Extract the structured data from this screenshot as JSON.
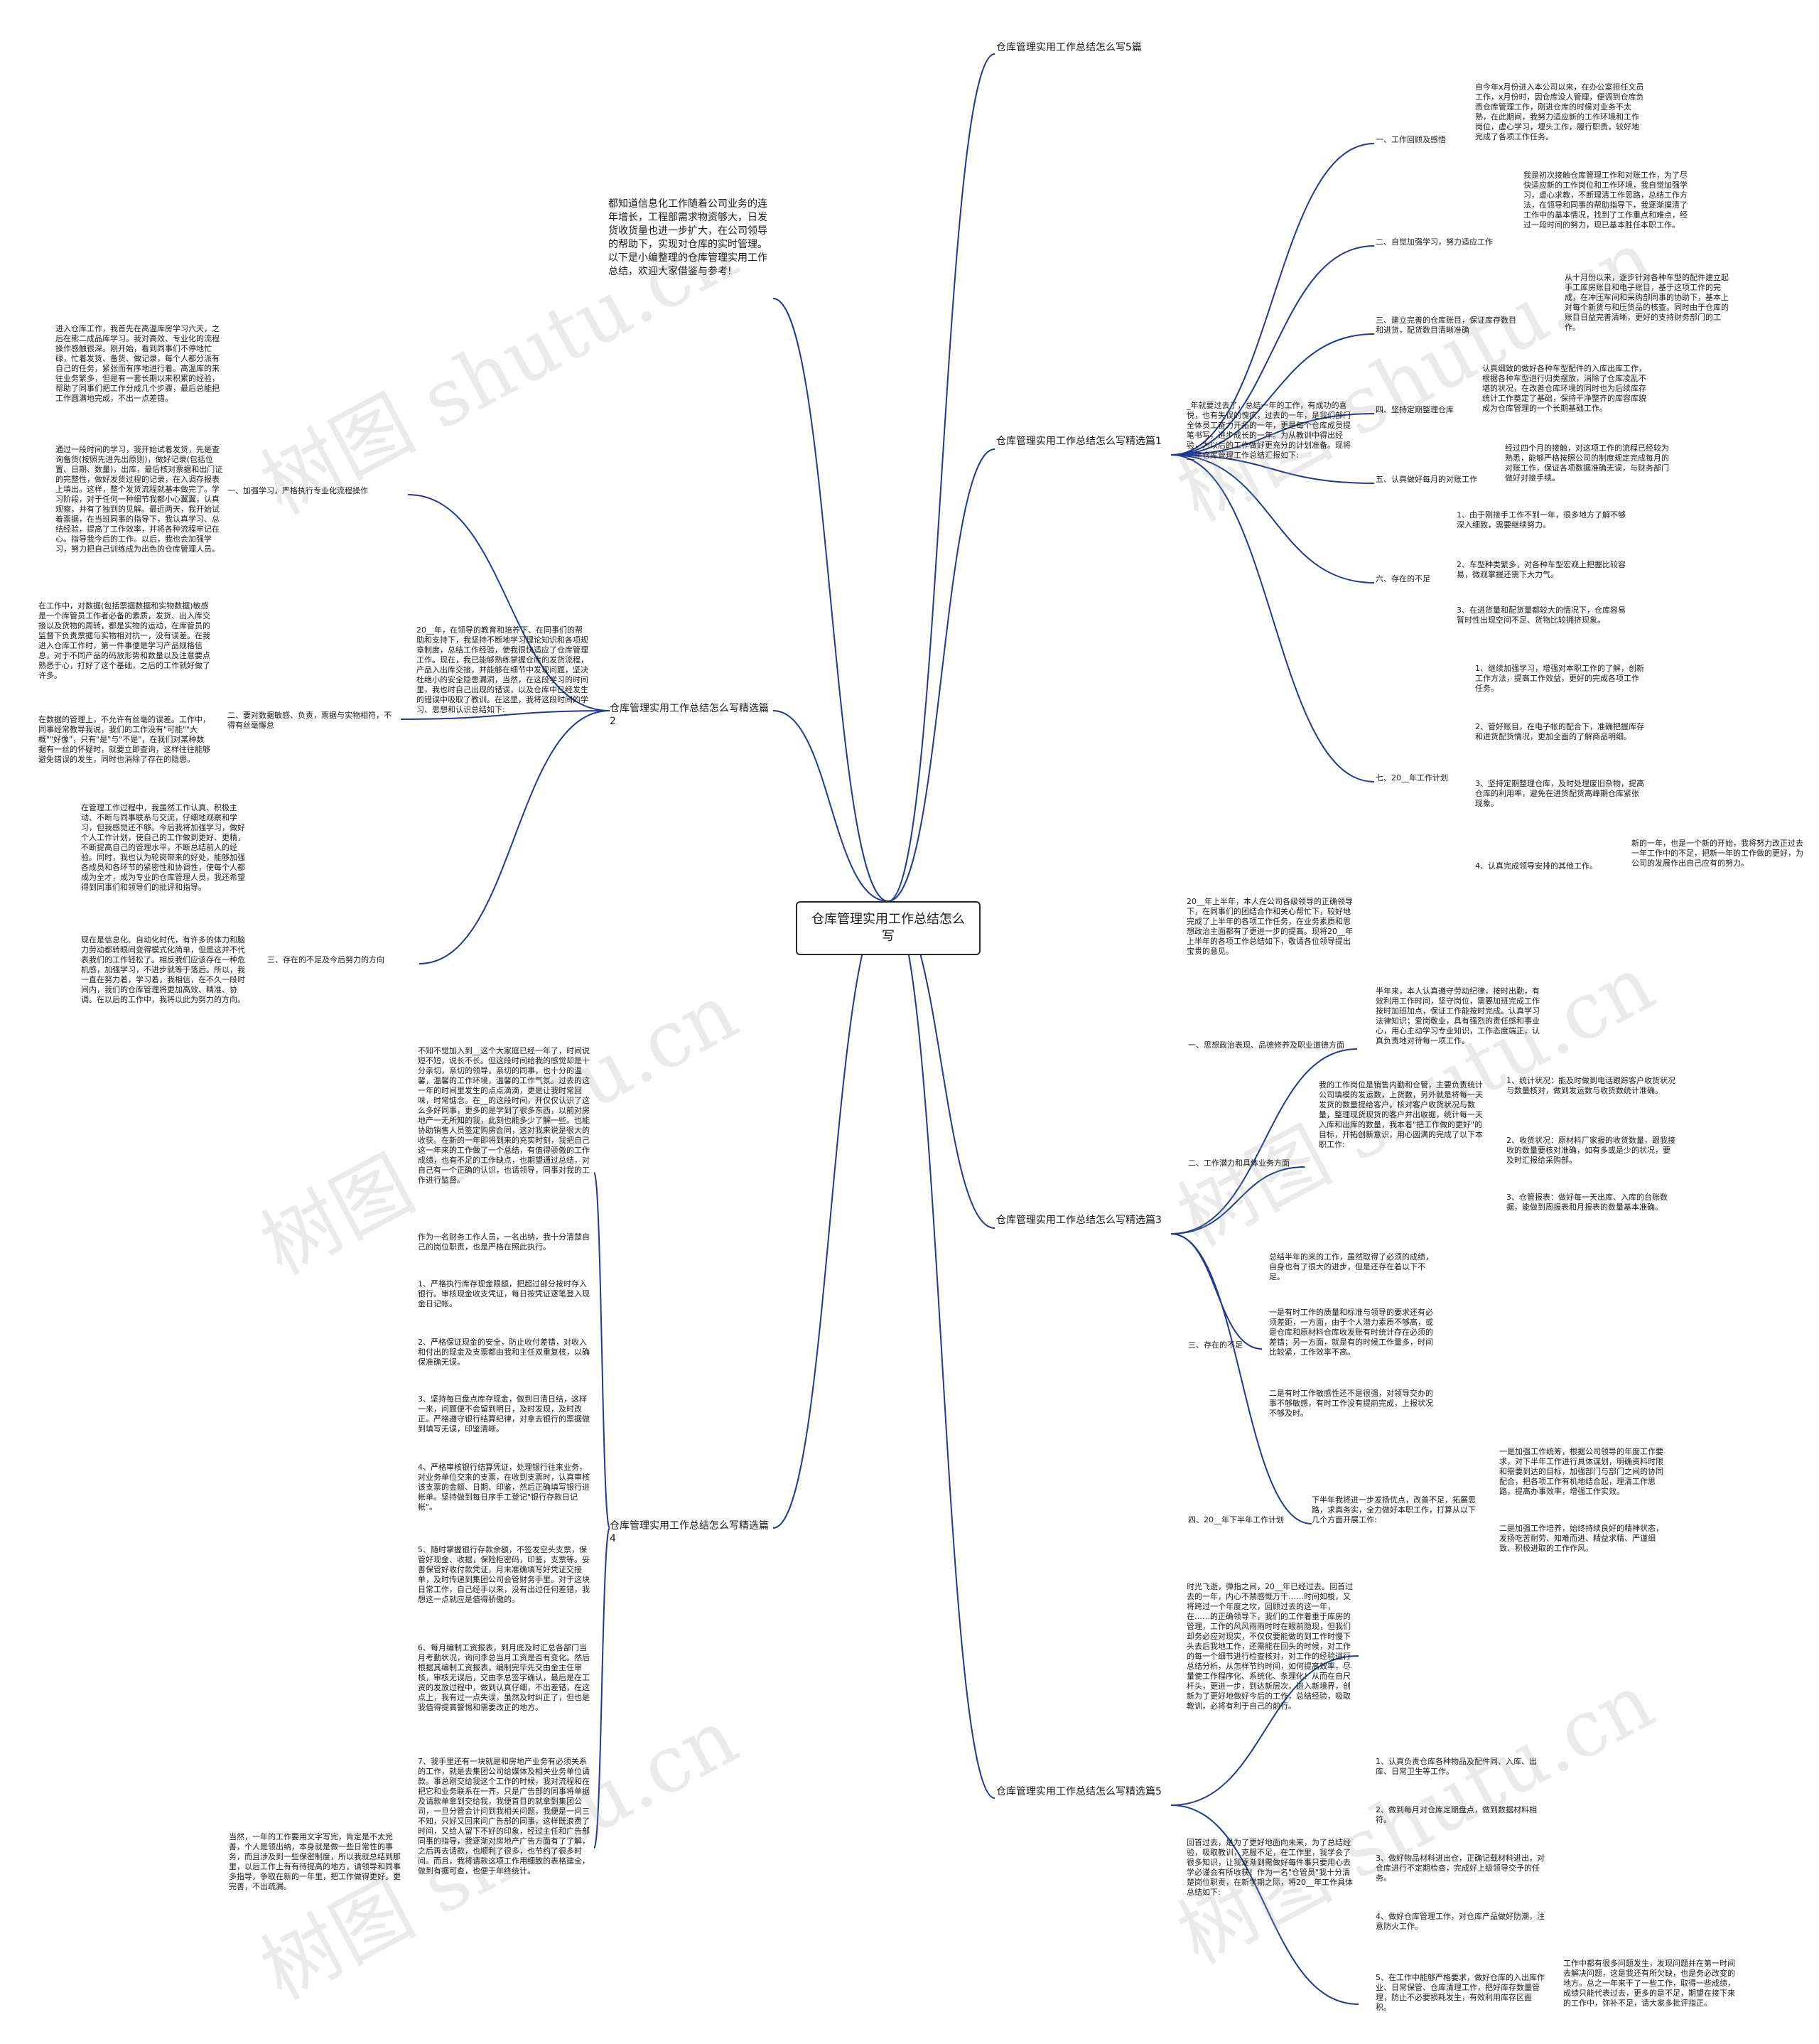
{
  "root": "仓库管理实用工作总结怎么写",
  "watermark": "树图 shutu.cn",
  "colors": {
    "line": "#1f3a93",
    "text": "#1a1a1a"
  },
  "intro": "都知道信息化工作随着公司业务的连年增长，工程部需求物资够大，日发货收货量也进一步扩大，在公司领导的帮助下，实现对仓库的实时管理。以下是小编整理的仓库管理实用工作总结，欢迎大家借鉴与参考!",
  "branches": {
    "b5": "仓库管理实用工作总结怎么写5篇",
    "b1": "仓库管理实用工作总结怎么写精选篇1",
    "b2": "仓库管理实用工作总结怎么写精选篇2",
    "b3": "仓库管理实用工作总结怎么写精选篇3",
    "b4": "仓库管理实用工作总结怎么写精选篇4",
    "b5b": "仓库管理实用工作总结怎么写精选篇5"
  },
  "p1": {
    "intro": "_年就要过去了，总结一年的工作，有成功的喜悦，也有失误的愧疚，过去的一年，是我们部门全体员工奋力开拓的一年，更是每个仓库成员提笔书写，进步成长的一年。为从教训中得出经验，为以后的工作做好更充分的计划准备。现将__年仓库管理工作总结汇报如下:",
    "s1": "一、工作回顾及感悟",
    "s1t": "自今年x月份进入本公司以来，在办公室担任文员工作，x月份时，因仓库没人管理，便调到仓库负责仓库管理工作，刚进仓库的时候对业务不太熟，在此期间，我努力适应新的工作环境和工作岗位，虚心学习，埋头工作，履行职责，较好地完成了各项工作任务。",
    "s2": "二、自觉加强学习，努力适应工作",
    "s2t": "我是初次接触仓库管理工作和对账工作，为了尽快适应新的工作岗位和工作环境，我自觉加强学习，虚心求教，不断理清工作思路，总结工作方法，在领导和同事的帮助指导下，我逐渐摸清了工作中的基本情况，找到了工作重点和难点，经过一段时间的努力，现已基本胜任本职工作。",
    "s3": "三、建立完善的仓库账目，保证库存数目和进货，配货数目清晰准确",
    "s3t": "从十月份以来，逐步针对各种车型的配件建立起手工库房账目和电子账目，基于这项工作的完成，在冲压车间和采购部同事的协助下，基本上对每个新货与和压货品的核查。同时由于仓库的账目日益完善清晰，更好的支持财务部门的工作。",
    "s4": "四、坚持定期整理仓库",
    "s4t": "认真细致的做好各种车型配件的入库出库工作，根据各种车型进行归类摆放，消除了仓库凌乱不堪的状况，在改善仓库环境的同时也为后续库存统计工作奠定了基础，保持干净整齐的库容库貌成为仓库管理的一个长期基础工作。",
    "s5": "五、认真做好每月的对账工作",
    "s5t": "经过四个月的接触，对这项工作的流程已经较为熟悉，能够严格按照公司的制度规定完成每月的对账工作，保证各项数据准确无误，与财务部门做好对接手续。",
    "s6": "六、存在的不足",
    "s6a": "1、由于刚接手工作不到一年，很多地方了解不够深入细致，需要继续努力。",
    "s6b": "2、车型种类繁多，对各种车型宏观上把握比较容易，微观掌握还需下大力气。",
    "s6c": "3、在进货量和配货量都较大的情况下，仓库容易暂时性出现空间不足、货物比较拥挤现象。",
    "s7": "七、20__年工作计划",
    "s7a": "1、继续加强学习，增强对本职工作的了解，创新工作方法，提高工作效益，更好的完成各项工作任务。",
    "s7b": "2、管好账目，在电子帐的配合下，准确把握库存和进货配货情况，更加全面的了解商品明细。",
    "s7c": "3、坚持定期整理仓库，及时处理废旧杂物，提高仓库的利用率，避免在进货配货高峰期仓库紧张现象。",
    "s7d": "4、认真完成领导安排的其他工作。",
    "s7dt": "新的一年，也是一个新的开始，我将努力改正过去一年工作中的不足，把新一年的工作做的更好，为公司的发展作出自己应有的努力。"
  },
  "p2": {
    "intro": "20__年，在领导的教育和培养下、在同事们的帮助和支持下，我坚持不断地学习理论知识和各项规章制度，总结工作经验，使我很快适应了仓库管理工作。现在，我已能够熟练掌握仓库的发货流程，产品入出库交接，并能够在细节中发现问题，坚决杜绝小的安全隐患漏洞，当然，在这段学习的时间里，我也时自己出现的错误，以及仓库中已经发生的错误中吸取了教训。在这里，我将这段时间的学习、思想和认识总结如下:",
    "s1": "一、加强学习，严格执行专业化流程操作",
    "s1a": "进入仓库工作，我首先在高温库房学习六天，之后在熊二成品库学习。我对高效、专业化的流程操作感触很深。刚开始，看到同事们不停地忙碌，忙着发货、备货、做记录，每个人都分派有自己的任务，紧张而有序地进行着。高温库的来往业务繁多，但是有一套长期以来积累的经验，帮助了同事们把工作分成几个步骤，最后总能把工作圆满地完成，不出一点差错。",
    "s1b": "通过一段时间的学习，我开始试着发货，先是查询备货(按照先进先出原则)，做好记录(包括位置、日期、数量)，出库，最后核对票据和出门证的完整性，做好发货过程的记录，在入调存报表上填出。这样，整个发货流程就基本做完了。学习阶段，对于任何一种细节我都小心翼翼，认真观察，并有了独到的见解。最近两天，我开始试着票据，在当班同事的指导下，我认真学习、总结经验，提高了工作效率，并将各种流程牢记在心。指导我今后的工作。以后，我也会加强学习，努力把自己训练成为出色的仓库管理人员。",
    "s2": "二、要对数据敏感、负责，票据与实物相符，不得有丝毫懈怠",
    "s2a": "在工作中，对数据(包括票据数据和实物数据)敏感是一个库管员工作者必备的素质，发货、出入库交接以及货物的周转，都是实物的运动，在库管员的监督下负责票据与实物相对抗一，没有误差。在我进入仓库工作时，第一件事便是学习产品规格信息，对于不同产品的码放形势和数量以及注意要点熟悉于心，打好了这个基础，之后的工作就好做了许多。",
    "s2b": "在数据的管理上，不允许有丝毫的误差。工作中，同事经常教导我说，我们的工作没有\"可能\"\"大概\"\"好像\"，只有\"是\"与\"不是\"，在我们对某种数据有一丝的怀疑时，就要立即查询，这样往往能够避免错误的发生，同时也消除了存在的隐患。",
    "s3": "三、存在的不足及今后努力的方向",
    "s3a": "在管理工作过程中，我虽然工作认真、积极主动、不断与同事联系与交流，仔细地观察和学习，但我感觉还不够。今后我将加强学习，做好个人工作计划，使自己的工作做到更好、更精，不断提高自己的管理水平，不断总结前人的经验。同时，我也认为轮岗带来的好处，能够加强各成员和各环节的紧密性和协调性，使每个人都成为全才，成为专业的仓库管理人员，我还希望得到同事们和领导们的批评和指导。",
    "s3b": "现在是信息化、自动化时代，有许多的体力和脑力劳动都转眼间变得模式化简单，但是这并不代表我们的工作轻松了。相反我们应该存在一种危机感，加强学习，不进步就等于落后。所以，我一直在努力着，学习着，我相信，在不久一段时间内，我们的仓库管理将更加高效、精准、协调。在以后的工作中，我将以此为努力的方向。"
  },
  "p3": {
    "intro": "20__年上半年，本人在公司各级领导的正确领导下，在同事们的团结合作和关心帮忙下，较好地完成了上半年的各项工作任务，在业务素质和思想政治主面都有了更进一步的提高。现将20__年上半年的各项工作总结如下，敬请各位领导提出宝贵的意见。",
    "s1": "一、思想政治表现、品德修养及职业道德方面",
    "s1t": "半年来，本人认真遵守劳动纪律，按时出勤，有效利用工作时间，坚守岗位，需要加班完成工作按时加班加点，保证工作能按时完成。认真学习法律知识；爱岗敬业，具有强烈的责任感和事业心，用心主动学习专业知识，工作态度端正，认真负责地对待每一项工作。",
    "s2": "二、工作潜力和具体业务方面",
    "s2t": "我的工作岗位是销售内勤和仓管，主要负责统计公司填模的发运数，上货数，另外就是将每一天发货的数量提给客户，核对客户收货状况与数量，整理现货现货的客户并出收据，统计每一天入库和出库的数量，我本着\"把工作做的更好\"的目标，开拓创新意识，用心圆满的完成了以下本职工作:",
    "s2a": "1、统计状况：能及时做到电话跟踪客户收货状况与数量核对，做到发运数与收货数统计准确。",
    "s2b": "2、收货状况：原材料厂家报的收货数量，跟我接收的数量要核对准确，如有多或是少的状况，要及时汇报给采购部。",
    "s2c": "3、仓管报表：做好每一天出库、入库的台账数据，能做到周报表和月报表的数量基本准确。",
    "s3": "三、存在的不足",
    "s3a": "总结半年的来的工作，虽然取得了必须的成绩，自身也有了很大的进步，但是还存在着以下不足。",
    "s3b": "一是有时工作的质量和标准与领导的要求还有必须差距，一方面，由于个人潜力素质不够高，或是仓库和原材料仓库收发账有时统计存在必须的差错；另一方面，就是有的时候工作量多，时间比较紧，工作效率不高。",
    "s3c": "二是有时工作敏感性还不是很强，对领导交办的事不够敏感，有时工作没有提前完成，上报状况不够及时。",
    "s4": "四、20__年下半年工作计划",
    "s4t": "下半年我将进一步发扬优点，改善不足，拓展思路，求真务实，全力做好本职工作，打算从以下几个方面开展工作:",
    "s4a": "一是加强工作统筹，根据公司领导的年度工作要求，对下半年工作进行具体谋划，明确资料时限和需要到达的目标，加强部门与部门之间的协同配合，把各项工作有机地结合起，理清工作思路，提高办事效率，增强工作实效。",
    "s4b": "二是加强工作培养，始终持续良好的精神状态，发扬吃苦耐劳、知难而进、精益求精、严谨细致、积极进取的工作作风。"
  },
  "p4": {
    "intro": "不知不觉加入到__这个大家庭已经一年了，时间说短不短，说长不长。但这段时间给我的感觉却是十分亲切，亲切的领导，亲切的同事，也十分的温馨，温馨的工作环境，温馨的工作气氛。过去的这一年的时间里发生的点点滴滴，更是让我时常回味，时常惦念。在__的这段时间，开仅仅认识了这么多好同事，更多的是学到了很多东西，以前对房地产一无所知的我，此刻也能多少了解一些。也能协助销售人员签定购房合同，这对我来说是很大的收获。在新的一年即将到来的充实时刻，我把自己这一年来的工作做了一个总结，有值得骄傲的工作成绩，也有不足的工作缺点，也期望通过总结，对自己有一个正确的认识，也请领导，同事对我的工作进行监督。",
    "a0": "作为一名财务工作人员，一名出纳，我十分清楚自己的岗位职责，也是严格在照此执行。",
    "a1": "1、严格执行库存现金限额，把超过部分按时存入银行。审核现金收支凭证，每日按凭证逐笔登入现金日记帐。",
    "a2": "2、严格保证现金的安全，防止收付差错，对收入和付出的现金及支票都由我和主任双重复核，以确保准确无误。",
    "a3": "3、坚持每日盘点库存现金，做到日清日结，这样一来，问题便不会留到明日，及时发现，及时改正。严格遵守银行结算纪律，对拿去银行的票据做到填写无误，印鉴清晰。",
    "a4": "4、严格审核银行结算凭证，处理银行往来业务，对业务单位交来的支票，在收到支票时，认真审核该支票的金额、日期、印鉴，然后正确填写银行进帐单。坚持做到每日序手工登记\"银行存款日记帐\"。",
    "a5": "5、随时掌握银行存款余额，不签发空头支票，保管好现金、收据，保险柜密码，印鉴，支票等。妥善保管好收付款凭证，月末准确填写好凭证交接单，及时传递到集团公司会管财务手里。对于这块日常工作，自己经手以来，没有出过任何差错，我想这一点就应是值得骄傲的。",
    "a6": "6、每月编制工资报表，到月底及时汇总各部门当月考勤状况，询问李总当月工资是否有变化。然后根据其编制工资报表，编制完毕先交由金主任审核，审核无误后，交由李总签字确认，最后是在工资的发放过程中，做到认真仔细，不出差错，在这点上，我有过一点失误，虽然及时纠正了，但也是我值得提高警惕和需要改正的地方。",
    "a7": "7、我手里还有一块就是和房地产业务有必须关系的工作，就是去集团公司给媒体及相关业务单位请款。事总刚交给我这个工作的时候，我对流程和在把它和业务联系在一齐，只是广告部的同事将单据及请款单拿到交给我，我便首目的就拿到集团公司，一旦分管会计问到我相关问题，我便是一问三不知，只好又回来问广告部的同事，这样既浪费了时间，又给人留下不好的印象，经过主任和广告部同事的指导，我逐渐对房地产广告方面有了了解，之后再去请款，也顺利了很多，也节约了很多时间。而且，我将请款这项工作用细致的表格建全，做到有据可查，也便于年终统计。",
    "end": "当然，一年的工作要用文字写完，肯定是不太完善，个人是领出纳，本身就是做一些日常性的事务，而且涉及到一些保密制度，所以我就总结到那里，以后工作上有有待提高的地方，请领导和同事多指导，争取在新的一年里，把工作做得更好，更完善，不出疏漏。"
  },
  "p5": {
    "intro": "时光飞逝，弹指之间，20__年已经过去。回首过去的一年，内心不禁感慨万千……时间如梭，又将跨过一个年度之坎，回顾过去的这一年，在……的正确领导下，我们的工作着重于库房的管理，工作的风风雨雨时时在眼前隐现，但我们却务必应对现实，不仅仅要能做的到工作时慢下头去后我地工作，还需能在回头的时候，对工作的每一个细节进行检查核对，对工作的经验进行总结分析，从怎样节约时间，如何提高效率，尽量使工作程序化、系统化、条理化！从而在自尺杆头，更进一步，到达新层次，进入新境界，创新为了更好地做好今后的工作，总结经验，吸取教训，必将有利于自己的前行。",
    "s0": "回首过去，是为了更好地面向未来，为了总结经验，吸取教训，克服不足，在工作里，我学会了很多知识，让我逐渐到需做好每件事只要用心去学必谨会有所收获！作为一名\"仓管员\"我十分清楚岗位职责，在新学期之际，将20__年工作具体总结如下:",
    "a1": "1、认真负责仓库各种物品及配件同、入库、出库、日常卫生等工作。",
    "a2": "2、做到每月对仓库定期盘点，做到数据材料相符。",
    "a3": "3、做好物品材料进出仓，正确记载材料进出，对仓库进行不定期检查，完成好上级领导交予的任务。",
    "a4": "4、做好仓库管理工作，对仓库产品做好防潮，注意防火工作。",
    "a5": "5、在工作中能够严格要求，做好仓库的入出库作业、日常保管、仓库清理工作，把好库存数量管理，防止不必要损耗发生，有效利用库存区面积。",
    "a5t": "工作中都有很多问题发生，发现问题并在第一时间去解决问题，这是我还有所欠缺，也是务必改变的地方。总之一年来干了一些工作，取得一些成绩，成绩只能代表过去，更多的是不足，期望在接下来的工作中，弥补不足，请大家多批评指正。"
  }
}
